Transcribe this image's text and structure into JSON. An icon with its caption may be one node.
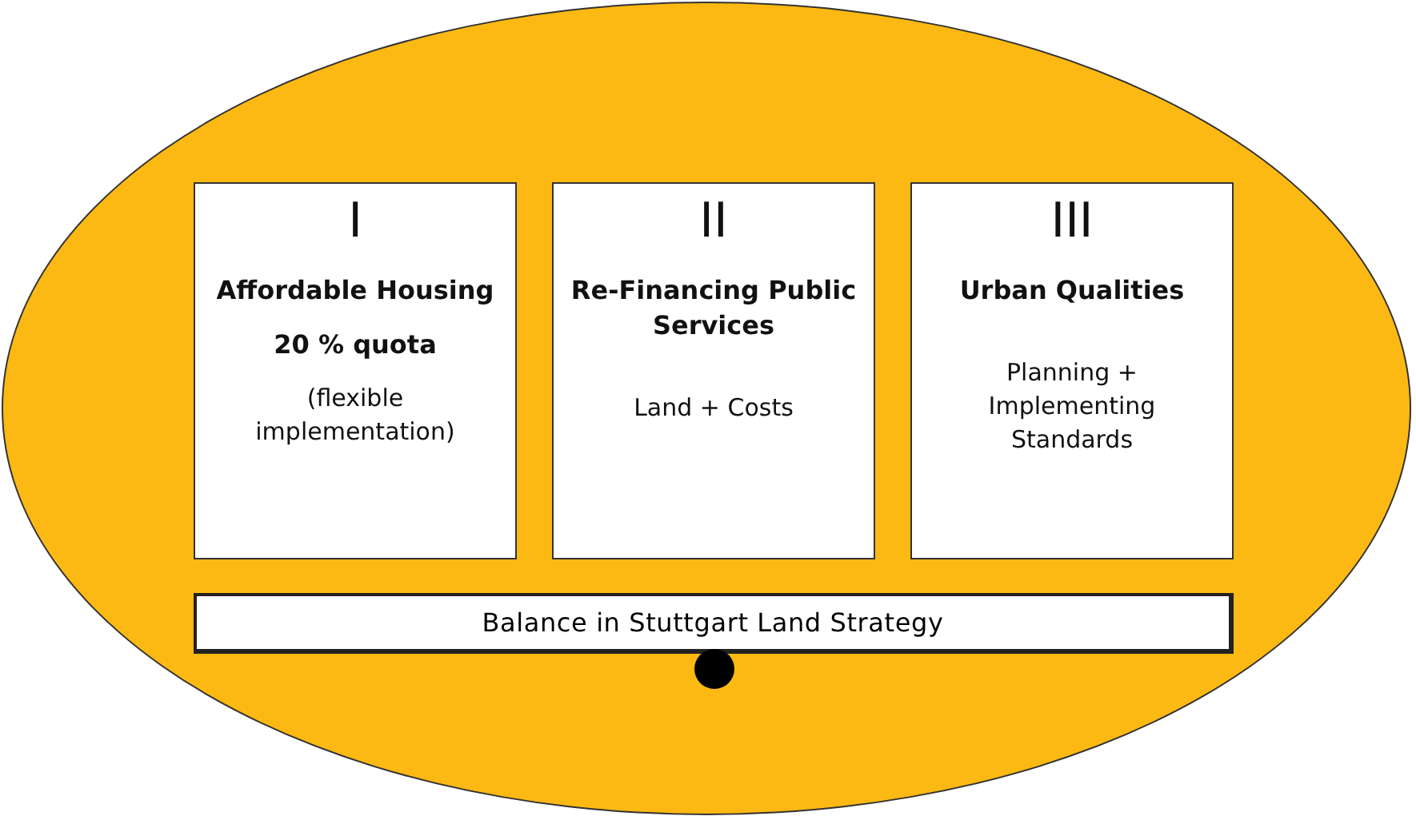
{
  "diagram": {
    "nodes": [
      {
        "text": [],
        "shape": "ellipse"
      },
      {
        "text": [
          "I",
          "Affordable Housing",
          "20 % quota",
          "(flexible implementation)"
        ],
        "in": 0
      },
      {
        "text": [
          "II",
          "Re-Financing Public Services",
          "Land + Costs"
        ],
        "in": 0
      },
      {
        "text": [
          "III",
          "Urban Qualities",
          "Planning + Implementing Standards"
        ],
        "in": 0
      },
      {
        "text": [
          "Balance in Stuttgart Land Strategy"
        ],
        "in": 0
      },
      {
        "text": [],
        "shape": "circle",
        "in": 0
      }
    ]
  }
}
